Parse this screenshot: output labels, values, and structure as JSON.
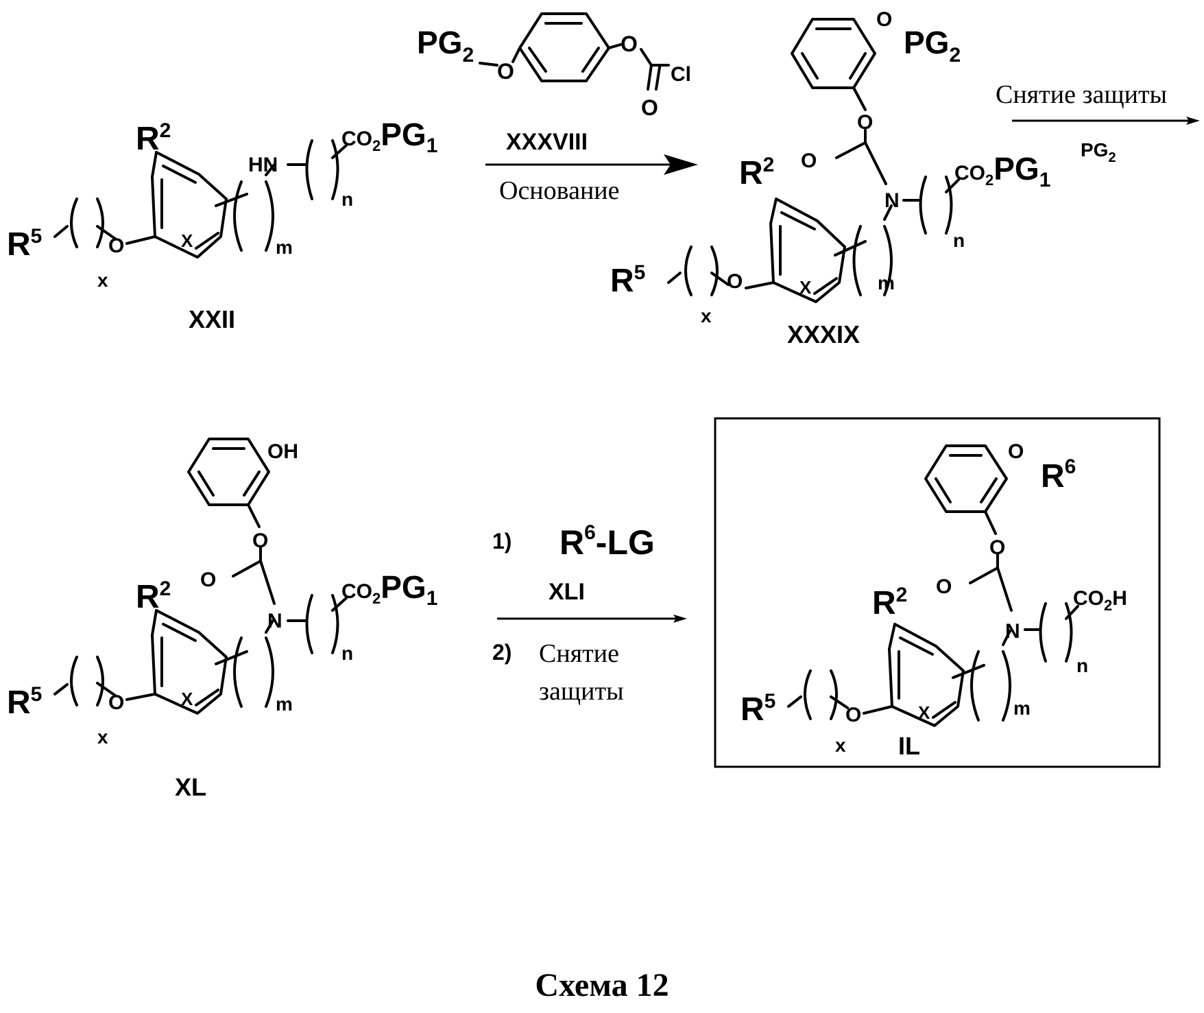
{
  "scheme": {
    "caption": "Схема 12",
    "compounds": {
      "XXII": {
        "label": "XXII",
        "r2": "R",
        "r2_sup": "2",
        "r5": "R",
        "r5_sup": "5",
        "o": "O",
        "x_atom": "X",
        "x_sub": "x",
        "hn": "HN",
        "m": "m",
        "n": "n",
        "co2": "CO",
        "co2_sub": "2",
        "pg": "PG",
        "pg_sub": "1"
      },
      "XXXVIII": {
        "label": "XXXVIII",
        "pg": "PG",
        "pg_sub": "2",
        "o1": "O",
        "o2": "O",
        "o3": "O",
        "cl": "Cl"
      },
      "XXXIX": {
        "label": "XXXIX",
        "r2": "R",
        "r2_sup": "2",
        "r5": "R",
        "r5_sup": "5",
        "o": "O",
        "x_atom": "X",
        "x_sub": "x",
        "n_atom": "N",
        "m": "m",
        "n": "n",
        "co2": "CO",
        "co2_sub": "2",
        "pg": "PG",
        "pg_sub": "1",
        "ester_o": "O",
        "carbonyl_o": "O",
        "aryl_o": "O",
        "aryl_pg": "PG",
        "aryl_pg_sub": "2"
      },
      "XL": {
        "label": "XL",
        "r2": "R",
        "r2_sup": "2",
        "r5": "R",
        "r5_sup": "5",
        "o": "O",
        "x_atom": "X",
        "x_sub": "x",
        "n_atom": "N",
        "m": "m",
        "n": "n",
        "co2": "CO",
        "co2_sub": "2",
        "pg": "PG",
        "pg_sub": "1",
        "ester_o": "O",
        "carbonyl_o": "O",
        "oh": "OH"
      },
      "IL": {
        "label": "IL",
        "r2": "R",
        "r2_sup": "2",
        "r5": "R",
        "r5_sup": "5",
        "o": "O",
        "x_atom": "X",
        "x_sub": "x",
        "n_atom": "N",
        "m": "m",
        "n": "n",
        "co2h": "CO",
        "co2h_sub": "2",
        "co2h_h": "H",
        "ester_o": "O",
        "carbonyl_o": "O",
        "aryl_o": "O",
        "r6": "R",
        "r6_sup": "6"
      }
    },
    "arrows": {
      "step1": {
        "reagent_label": "XXXVIII",
        "condition": "Основание"
      },
      "step2": {
        "top": "Снятие защиты",
        "bottom_pg": "PG",
        "bottom_pg_sub": "2"
      },
      "step3": {
        "item1_num": "1)",
        "reagent": "R",
        "reagent_sup": "6",
        "reagent_rest": "-LG",
        "reagent_label": "XLI",
        "item2_num": "2)",
        "item2_line1": "Снятие",
        "item2_line2": "защиты"
      }
    }
  }
}
